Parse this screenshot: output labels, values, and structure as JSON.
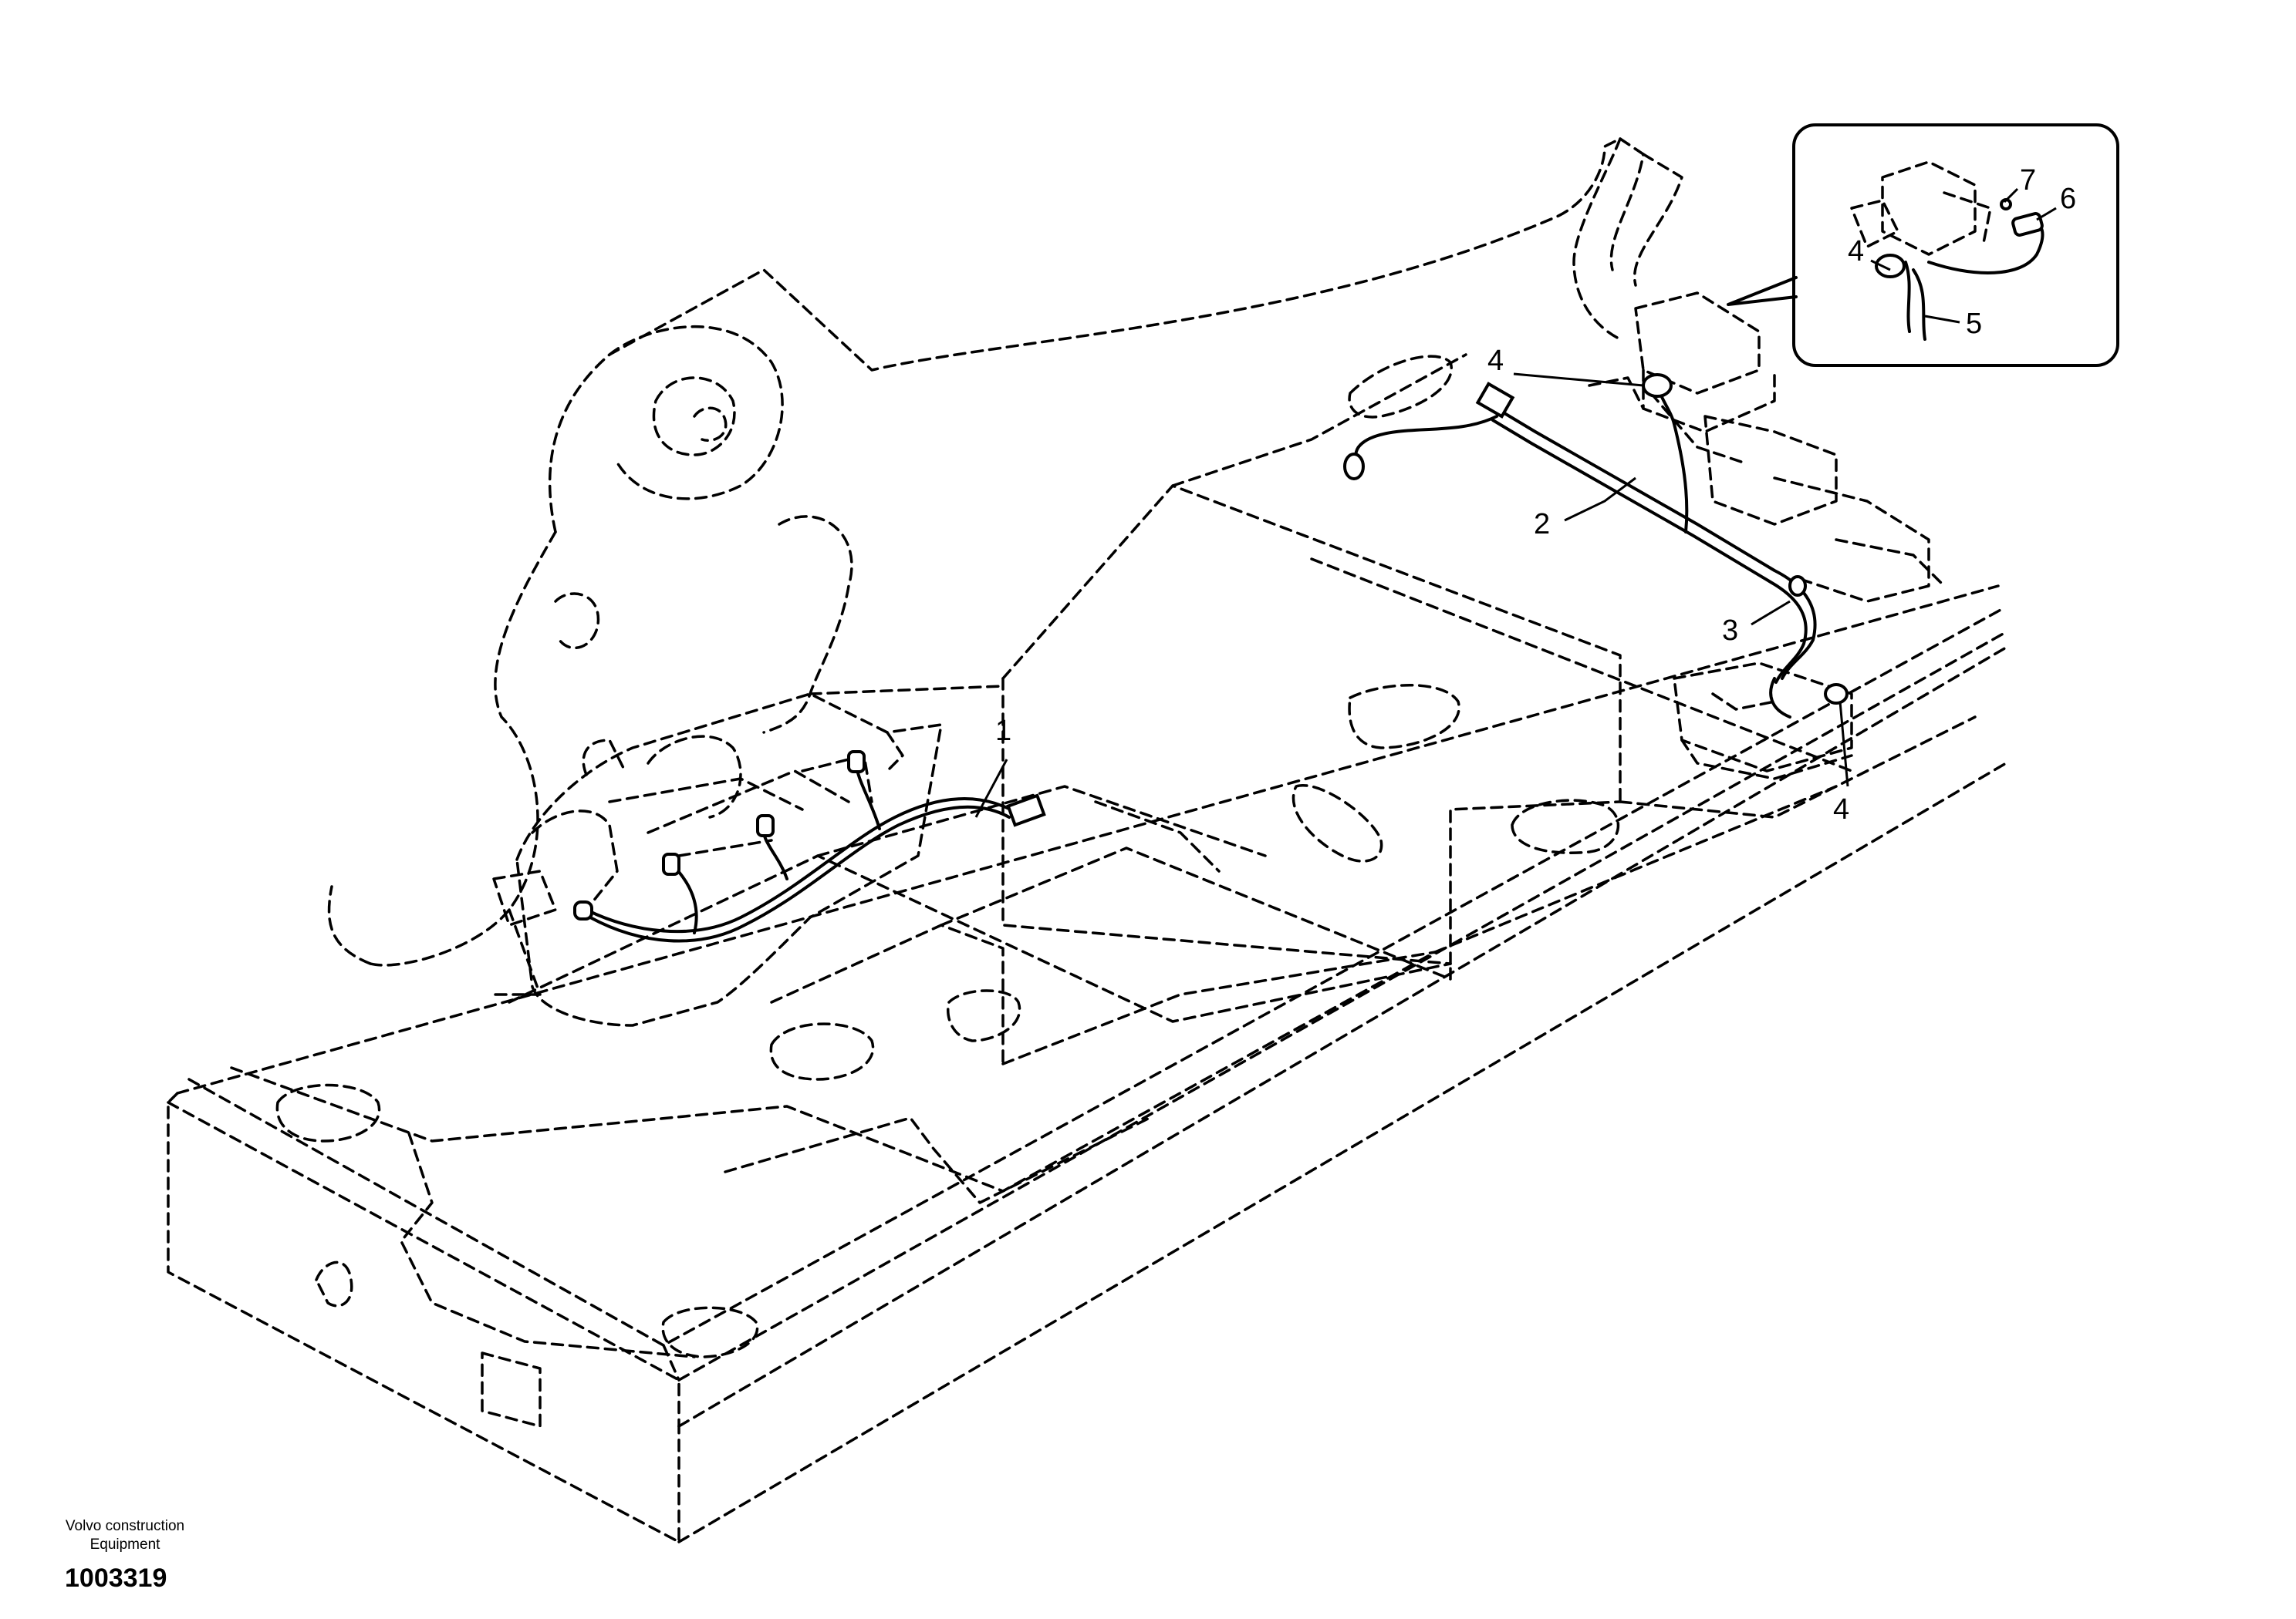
{
  "callouts": {
    "c1": "1",
    "c2": "2",
    "c3": "3",
    "c4a": "4",
    "c4b": "4",
    "c4c": "4",
    "c5": "5",
    "c6": "6",
    "c7": "7"
  },
  "footer": {
    "company_line1": "Volvo construction",
    "company_line2": "Equipment",
    "document_number": "1003319"
  }
}
